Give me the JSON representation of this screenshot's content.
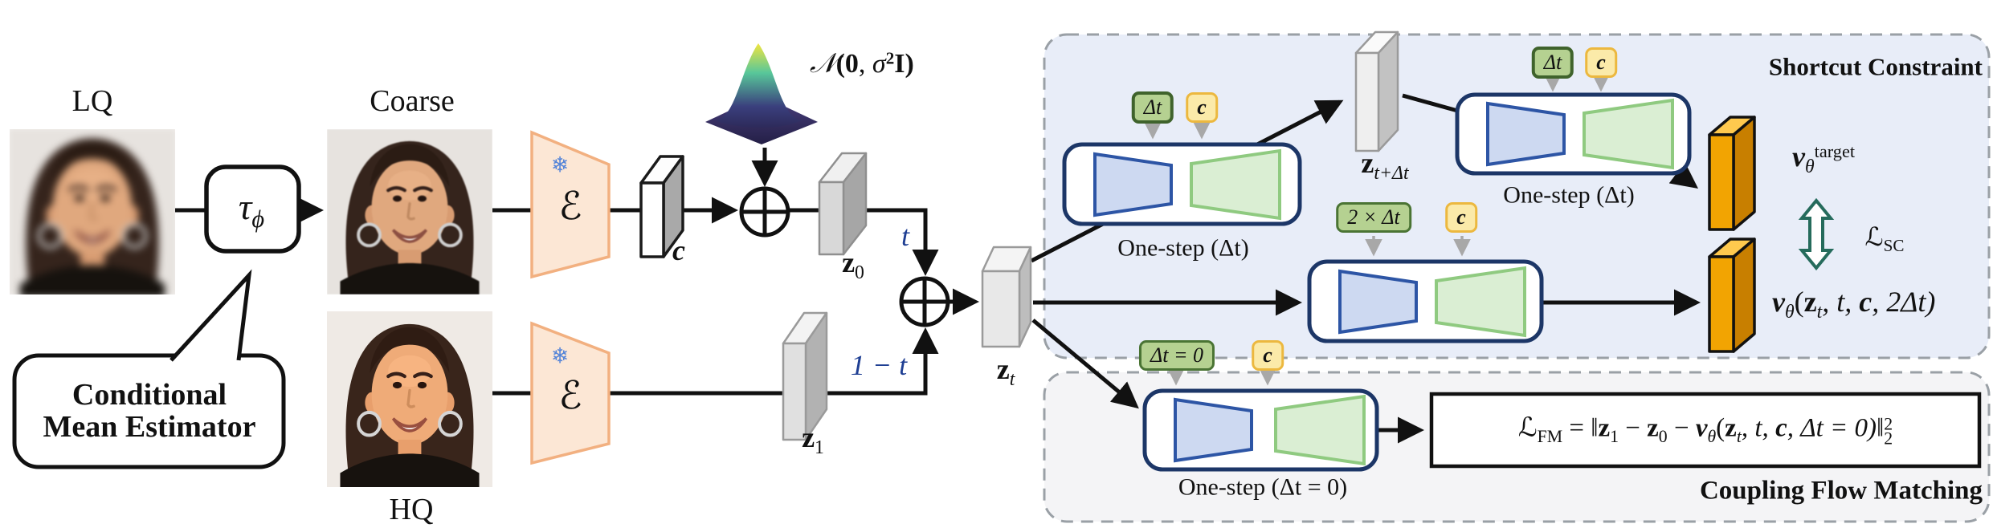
{
  "pipeline": {
    "lq_label": "LQ",
    "coarse_label": "Coarse",
    "hq_label": "HQ",
    "tau_base": "τ",
    "tau_sub": "ϕ",
    "bubble_line1": "Conditional",
    "bubble_line2": "Mean Estimator",
    "noise": {
      "n": "𝒩",
      "open": "(",
      "zero": "0",
      "comma": ", ",
      "sigma": "σ",
      "sup": "2",
      "i": "I",
      "close": ")"
    },
    "c_label": "c",
    "z_base": "z",
    "z0_sub": "0",
    "z1_sub": "1",
    "zt_sub": "t",
    "ztdt_sub": "t+Δt",
    "t_label": "t",
    "one_minus_t_label": "1 − t",
    "encoder_symbol": "ℰ",
    "snowflake_icon": "❄",
    "lq_image": "blurry low-quality face photo",
    "coarse_image": "coarse restored face photo",
    "hq_image": "high-quality ground-truth face photo"
  },
  "shortcut_box": {
    "title": "Shortcut Constraint",
    "tag_dt": "Δt",
    "tag_c": "c",
    "tag_2dt": "2 × Δt",
    "one_step_label": "One-step (Δt)",
    "v_base": "v",
    "theta_sub": "θ",
    "target_sup": "target",
    "loss_base": "ℒ",
    "loss_sub": "SC",
    "v_args_open": "(",
    "v_args_mid": ", t, ",
    "v_args_end": ", 2Δt)"
  },
  "coupling_box": {
    "title": "Coupling Flow Matching",
    "tag_dt0": "Δt = 0",
    "tag_c": "c",
    "one_step_label": "One-step (Δt = 0)",
    "formula": {
      "loss": "ℒ",
      "loss_sub": "FM",
      "eq": " = ",
      "norm_open": "‖",
      "minus": " − ",
      "open": "(",
      "mid": ", t, ",
      "end": ", Δt = 0)",
      "norm_close": "‖",
      "sup2": "2",
      "sub2": "2"
    }
  },
  "colors": {
    "shortcut_bg": "#e8edf8",
    "coupling_bg": "#f4f4f6",
    "tag_green_fill": "#b5d191",
    "tag_green_border": "#4a7434",
    "tag_yellow_fill": "#fbeaa9",
    "tag_yellow_border": "#ecb83f",
    "module_border_navy": "#1c3667",
    "trapezoid_blue_fill": "#cdd9f1",
    "trapezoid_blue_border": "#2d55a5",
    "trapezoid_green_fill": "#daeed3",
    "trapezoid_green_border": "#8fca80",
    "encoder_peach_fill": "#fce7d5",
    "encoder_peach_border": "#f2b080",
    "gold_slab": "#f2a402",
    "latent_slab_gray": "#d8d8d8",
    "time_text_blue": "#1f3f93",
    "loss_arrow_teal": "#256b5c"
  }
}
